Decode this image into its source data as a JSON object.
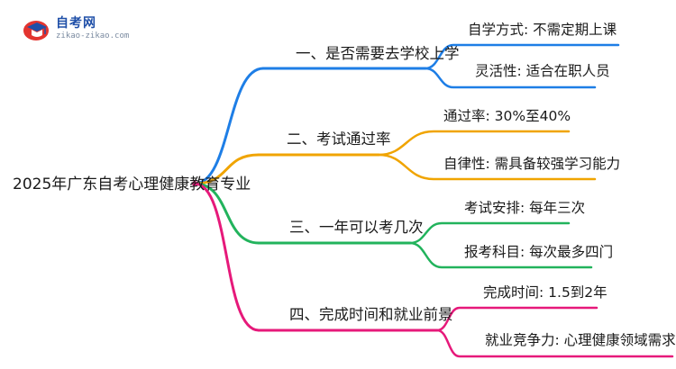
{
  "logo": {
    "name": "自考网",
    "url": "zikao-zikao.com",
    "icon": "graduation-cap-icon"
  },
  "root": {
    "label": "2025年广东自考心理健康教育专业"
  },
  "branches": [
    {
      "label": "一、是否需要去学校上学",
      "color": "#1e7ee6",
      "leaves": [
        "自学方式: 不需定期上课",
        "灵活性: 适合在职人员"
      ]
    },
    {
      "label": "二、考试通过率",
      "color": "#f0a400",
      "leaves": [
        "通过率: 30%至40%",
        "自律性: 需具备较强学习能力"
      ]
    },
    {
      "label": "三、一年可以考几次",
      "color": "#22b35c",
      "leaves": [
        "考试安排: 每年三次",
        "报考科目: 每次最多四门"
      ]
    },
    {
      "label": "四、完成时间和就业前景",
      "color": "#e6197a",
      "leaves": [
        "完成时间: 1.5到2年",
        "就业竞争力: 心理健康领域需求增加"
      ]
    }
  ]
}
